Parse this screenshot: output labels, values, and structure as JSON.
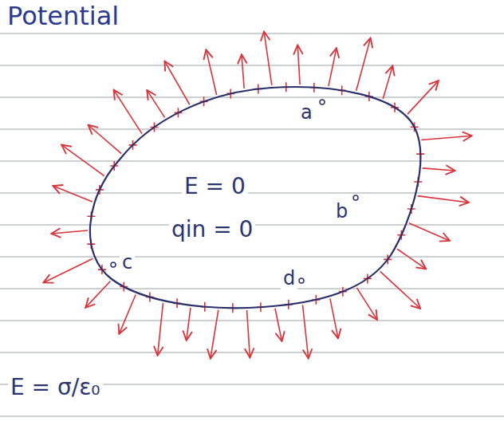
{
  "diagram": {
    "nodes": [
      {
        "text": [
          "E = 0",
          "qin = 0"
        ]
      }
    ],
    "labels": [
      "Potential",
      "a",
      "b",
      "c",
      "d",
      "E = σ/ε₀"
    ]
  }
}
